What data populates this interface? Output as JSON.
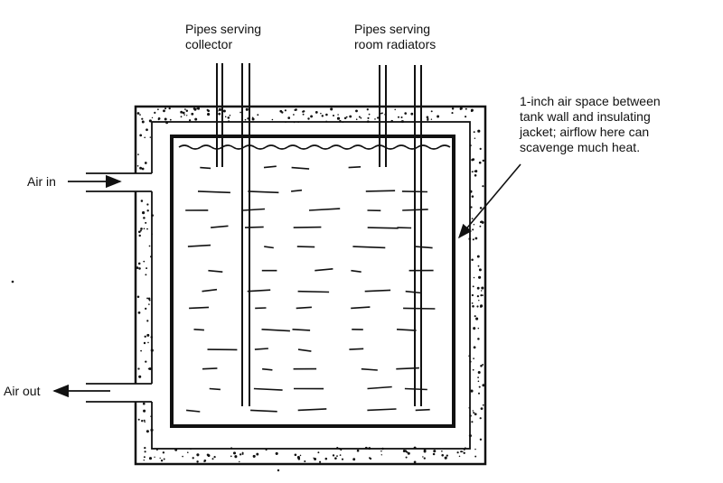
{
  "labels": {
    "collector_pipes": [
      "Pipes serving",
      "collector"
    ],
    "radiator_pipes": [
      "Pipes serving",
      "room radiators"
    ],
    "air_space": [
      "1-inch air space between",
      "tank wall and insulating",
      "jacket; airflow here can",
      "scavenge much heat."
    ],
    "air_in": "Air in",
    "air_out": "Air out"
  },
  "colors": {
    "ink": "#111111",
    "background": "#ffffff"
  }
}
